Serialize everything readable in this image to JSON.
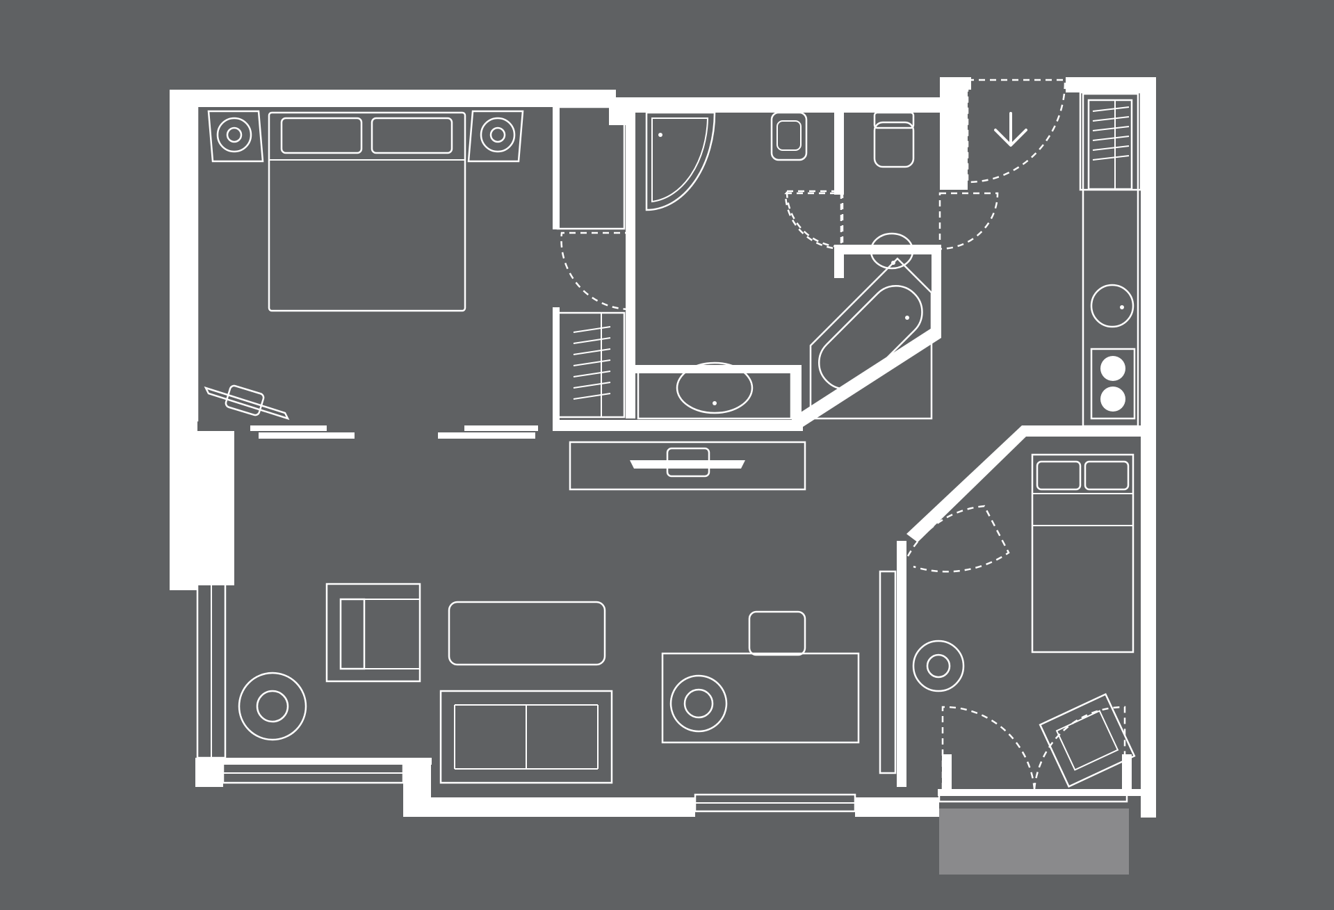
{
  "plan": {
    "background": "#5f6163",
    "line_color": "#ffffff",
    "balcony_color": "#8a8a8c",
    "rooms": [
      "bedroom",
      "bathroom",
      "toilet",
      "entrance-hall",
      "kitchenette",
      "living-room",
      "second-bedroom",
      "balcony"
    ],
    "icons": [
      "entrance-arrow-icon"
    ]
  }
}
